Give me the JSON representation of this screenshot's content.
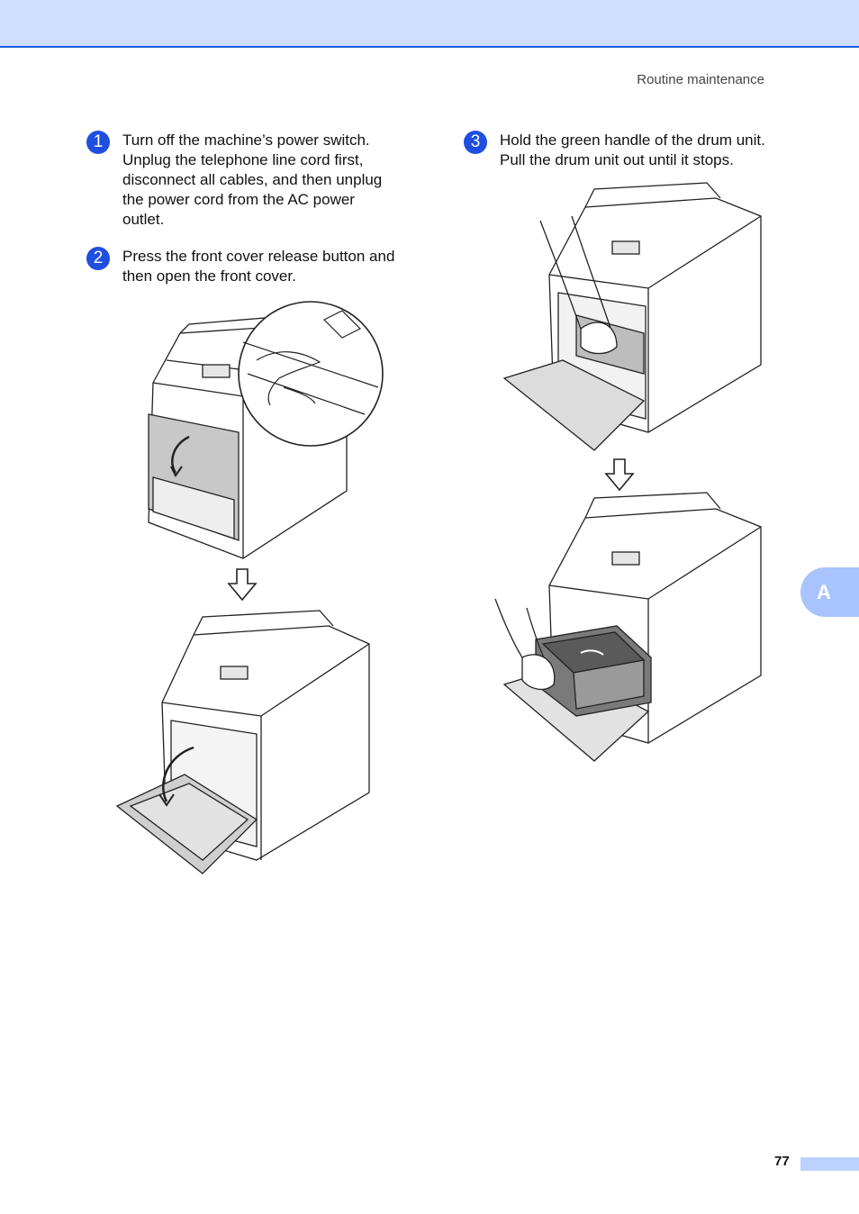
{
  "header": {
    "running_head": "Routine maintenance"
  },
  "steps": [
    {
      "number": "1",
      "lines": [
        "Turn off the machine’s power switch.",
        "Unplug the telephone line cord first,",
        "disconnect all cables, and then unplug",
        "the power cord from the AC power",
        "outlet."
      ]
    },
    {
      "number": "2",
      "lines": [
        "Press the front cover release button and",
        "then open the front cover."
      ]
    },
    {
      "number": "3",
      "lines": [
        "Hold the green handle of the drum unit.",
        "Pull the drum unit out until it stops."
      ]
    }
  ],
  "side_tab": {
    "label": "A"
  },
  "footer": {
    "page_number": "77"
  },
  "colors": {
    "accent": "#1f4fe0",
    "band": "#cfe0ff",
    "tab": "#a9c3ff"
  }
}
